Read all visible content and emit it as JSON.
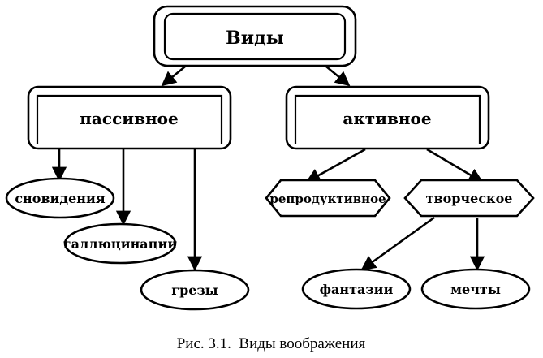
{
  "nodes": {
    "root": "Виды",
    "passive": "пассивное",
    "active": "активное",
    "dreams_sleep": "сновидения",
    "hallucinations": "галлюцинации",
    "reveries": "грезы",
    "reproductive": "репродуктивное",
    "creative": "творческое",
    "fantasies": "фантазии",
    "wishes": "мечты"
  },
  "caption": "Рис. 3.1.  Виды воображения"
}
